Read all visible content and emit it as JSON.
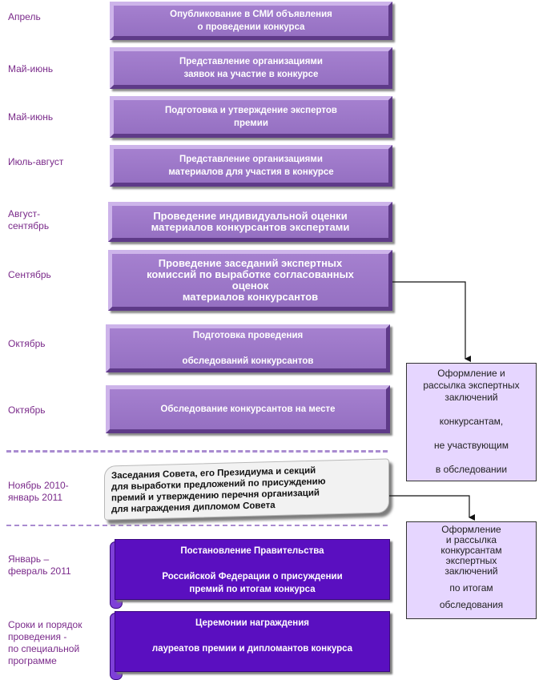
{
  "dates": [
    "Апрель",
    "Май-июнь",
    "Май-июнь",
    "Июль-август",
    "Август-\nсентябрь",
    "Сентябрь",
    "Октябрь",
    "Октябрь",
    "Ноябрь 2010-\nянварь 2011",
    "Январь –\nфевраль 2011",
    "Сроки и порядок\nпроведения -\nпо специальной\nпрограмме"
  ],
  "steps": [
    "Опубликование в СМИ объявления\nо проведении конкурса",
    "Представление организациями\nзаявок на участие в конкурсе",
    "Подготовка и утверждение  экспертов\nпремии",
    "Представление организациями\nматериалов для участия в конкурсе",
    "Проведение индивидуальной оценки\nматериалов конкурсантов экспертами",
    "Проведение заседаний экспертных\nкомиссий по выработке согласованных\nоценок\nматериалов конкурсантов",
    "Подготовка проведения\n\nобследований конкурсантов",
    "Обследование конкурсантов на месте"
  ],
  "council": "Заседания Совета, его Президиума и секций\nдля выработки предложений по присуждению\nпремий и утверждению перечня организаций\nдля награждения дипломом Совета",
  "resolution": "Постановление Правительства\n\nРоссийской Федерации о присуждении\nпремий по итогам конкурса",
  "ceremony": "Церемонии награждения\n\nлауреатов премии и дипломантов конкурса",
  "side_box_1": [
    "Оформление и",
    "рассылка экспертных",
    "заключений",
    "",
    "конкурсантам,",
    "",
    "не участвующим",
    "",
    "в обследовании"
  ],
  "side_box_2": [
    "Оформление",
    "и рассылка",
    "конкурсантам",
    "экспертных",
    "заключений",
    "",
    "по итогам",
    "",
    "обследования"
  ]
}
